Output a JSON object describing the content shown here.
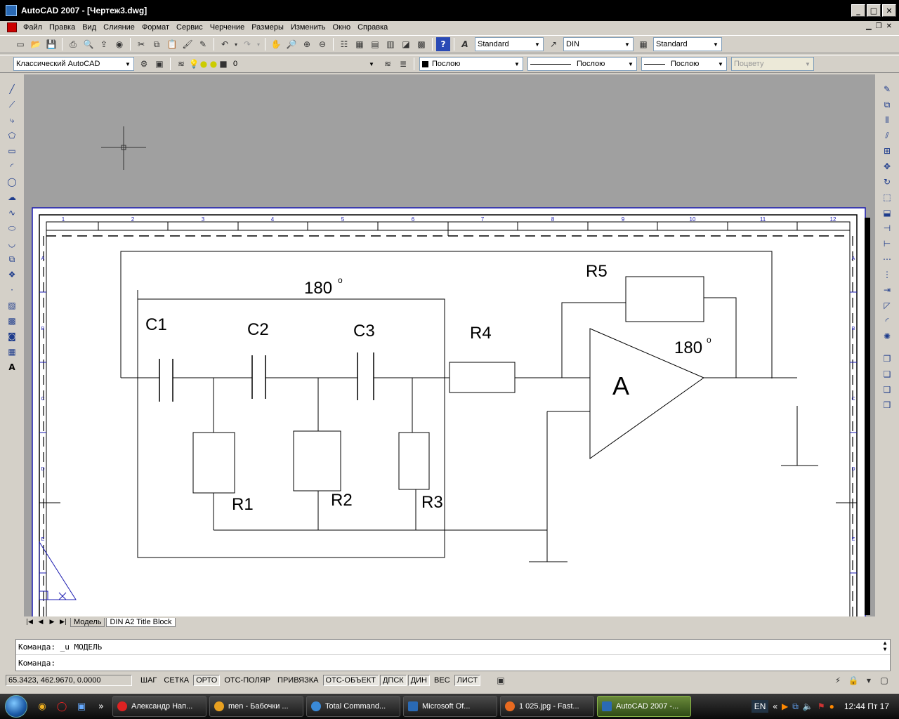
{
  "window": {
    "title": "AutoCAD 2007 - [Чертеж3.dwg]",
    "btn_min": "_",
    "btn_max": "□",
    "btn_close": "✕"
  },
  "menu": {
    "items": [
      "Файл",
      "Правка",
      "Вид",
      "Слияние",
      "Формат",
      "Сервис",
      "Черчение",
      "Размеры",
      "Изменить",
      "Окно",
      "Справка"
    ]
  },
  "toolbar1": {
    "text_style": "Standard",
    "dim_style": "DIN",
    "table_style": "Standard"
  },
  "toolbar2": {
    "workspace": "Классический AutoCAD",
    "layer": "0",
    "color": "Послою",
    "linetype": "Послою",
    "lineweight": "Послою",
    "plotstyle": "Поцвету"
  },
  "drawing": {
    "label_180_top": "180",
    "label_180_amp": "180",
    "degree": "o",
    "c1": "C1",
    "c2": "C2",
    "c3": "C3",
    "r1": "R1",
    "r2": "R2",
    "r3": "R3",
    "r4": "R4",
    "r5": "R5",
    "amp": "A",
    "ruler": [
      "1",
      "2",
      "3",
      "4",
      "5",
      "6",
      "7",
      "8",
      "9",
      "10",
      "11",
      "12"
    ],
    "side": [
      "A",
      "B",
      "C",
      "D",
      "E"
    ]
  },
  "tabs": {
    "model": "Модель",
    "layout": "DIN A2 Title Block"
  },
  "command": {
    "line1": "Команда: _u МОДЕЛЬ",
    "line2": "Команда:"
  },
  "status": {
    "coords": "65.3423, 462.9670, 0.0000",
    "toggles": [
      {
        "label": "ШАГ",
        "on": false
      },
      {
        "label": "СЕТКА",
        "on": false
      },
      {
        "label": "ОРТО",
        "on": true
      },
      {
        "label": "ОТС-ПОЛЯР",
        "on": false
      },
      {
        "label": "ПРИВЯЗКА",
        "on": false
      },
      {
        "label": "ОТС-ОБЪЕКТ",
        "on": true
      },
      {
        "label": "ДПСК",
        "on": true
      },
      {
        "label": "ДИН",
        "on": true
      },
      {
        "label": "ВЕС",
        "on": false
      },
      {
        "label": "ЛИСТ",
        "on": true
      }
    ]
  },
  "taskbar": {
    "tasks": [
      {
        "label": "Александр Нап...",
        "color": "#d22"
      },
      {
        "label": "men - Бабочки ...",
        "color": "#e8a020"
      },
      {
        "label": "Total Command...",
        "color": "#3a8ad8"
      },
      {
        "label": "Microsoft Of...",
        "color": "#2a6ab5"
      },
      {
        "label": "1 025.jpg - Fast...",
        "color": "#e86a20"
      },
      {
        "label": "AutoCAD 2007 -...",
        "color": "#2a6ab5"
      }
    ],
    "lang": "EN",
    "clock": "12:44 Пт 17"
  }
}
